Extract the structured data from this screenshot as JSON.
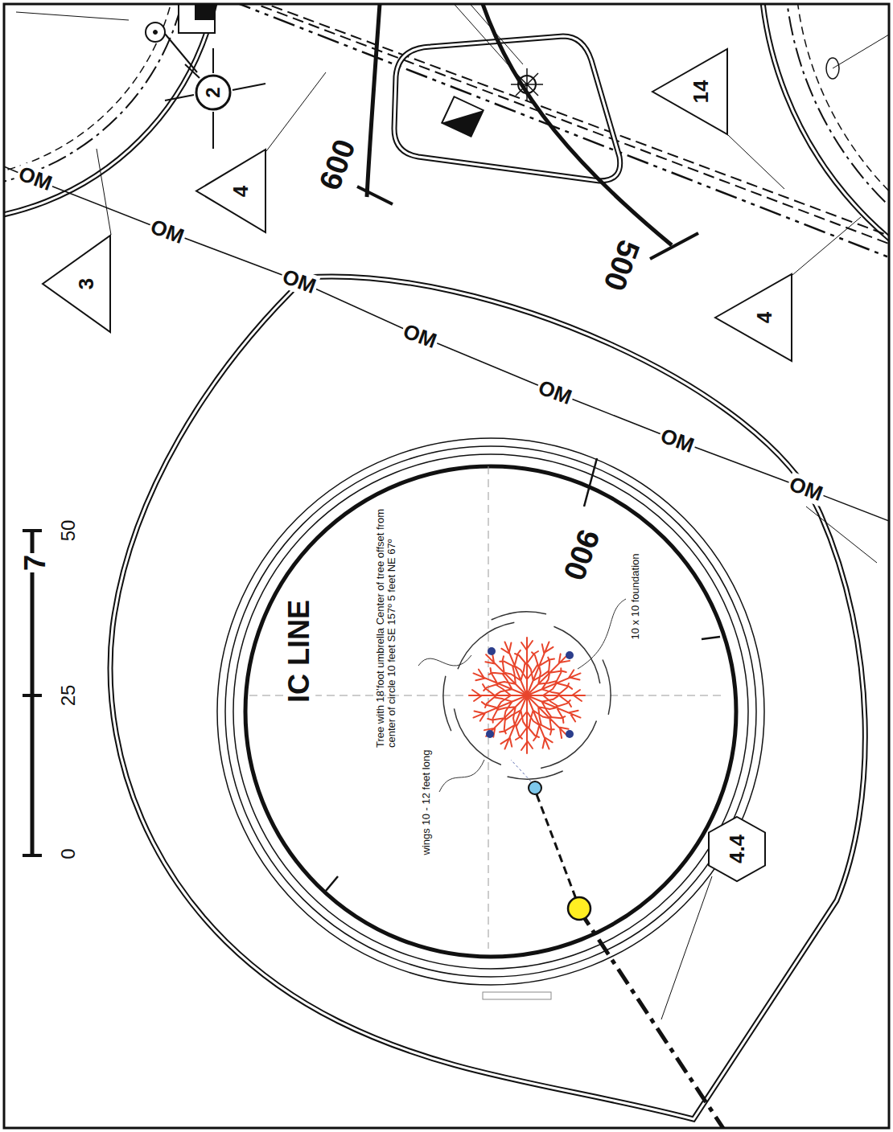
{
  "diagram": {
    "nodes": [
      {
        "text": [
          "14"
        ]
      },
      {
        "text": [
          "2"
        ]
      },
      {
        "text": [
          "4"
        ]
      },
      {
        "text": [
          "3"
        ]
      },
      {
        "text": [
          "4"
        ]
      },
      {
        "text": [
          "4.4"
        ]
      }
    ],
    "labels": [
      "OM",
      "OM",
      "OM",
      "OM",
      "OM",
      "OM",
      "OM",
      "600",
      "500",
      "900",
      "IC LINE",
      "7",
      "50",
      "25",
      "0",
      "Tree with 18’foot umbrella Center of tree offset from center of circle 10 feet SE 157º 5 feet NE 67º",
      "wings 10 - 12 feet long",
      "10 x 10 foundation"
    ]
  }
}
